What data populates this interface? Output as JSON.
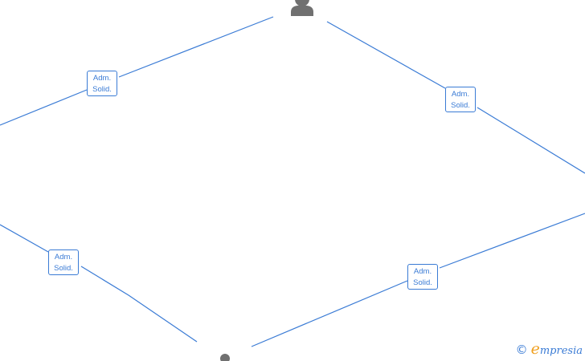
{
  "relations": [
    {
      "line1": "Adm.",
      "line2": "Solid."
    },
    {
      "line1": "Adm.",
      "line2": "Solid."
    },
    {
      "line1": "Adm.",
      "line2": "Solid."
    },
    {
      "line1": "Adm.",
      "line2": "Solid."
    }
  ],
  "nodes": [
    {
      "icon": "person-icon"
    },
    {
      "icon": "person-icon"
    }
  ],
  "watermark": {
    "symbol": "©",
    "brand_initial": "e",
    "brand_rest": "mpresia"
  },
  "colors": {
    "edge": "#3a7bd5",
    "node": "#707070",
    "brand_accent": "#f0a020"
  }
}
